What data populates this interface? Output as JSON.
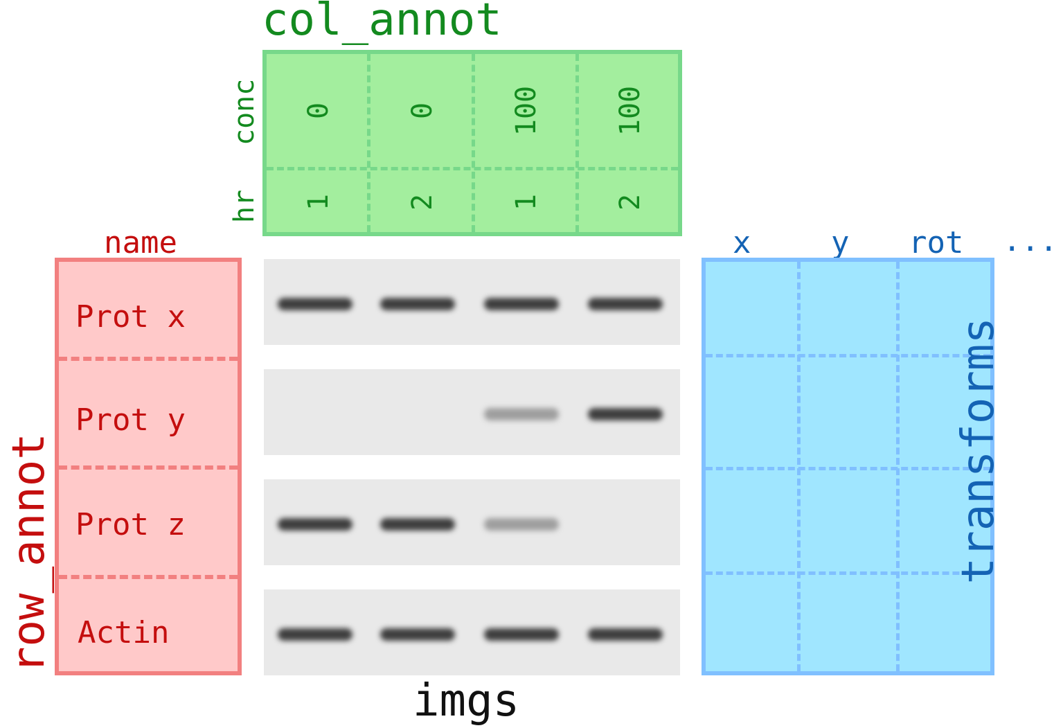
{
  "colors": {
    "green_text": "#138a1f",
    "green_fill": "#a3ee9e",
    "green_border": "#77d88a",
    "red_text": "#c40e0e",
    "red_fill": "#ffc9c9",
    "red_border": "#f28080",
    "blue_text": "#1463b4",
    "blue_fill": "#a0e6ff",
    "blue_border": "#80c0ff",
    "strip_bg": "#e9e9e9",
    "band_dark": "#3e3e3e",
    "band_light": "#9e9e9e",
    "black": "#111111"
  },
  "col_annot": {
    "title": "col_annot",
    "fields": [
      "conc",
      "hr"
    ],
    "conc": [
      "0",
      "0",
      "100",
      "100"
    ],
    "hr": [
      "1",
      "2",
      "1",
      "2"
    ]
  },
  "row_annot": {
    "title": "row_annot",
    "column": "name",
    "names": [
      "Prot x",
      "Prot y",
      "Prot z",
      "Actin"
    ]
  },
  "imgs": {
    "title": "imgs",
    "bands": [
      [
        "dark",
        "dark",
        "dark",
        "dark"
      ],
      [
        "none",
        "none",
        "light",
        "dark"
      ],
      [
        "dark",
        "dark",
        "light",
        "none"
      ],
      [
        "dark",
        "dark",
        "dark",
        "dark"
      ]
    ]
  },
  "transforms": {
    "title": "transforms",
    "columns": [
      "x",
      "y",
      "rot"
    ],
    "more": "..."
  }
}
